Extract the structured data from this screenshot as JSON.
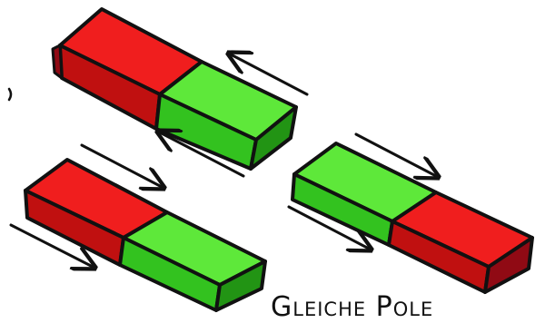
{
  "caption": "Gleiche Pole",
  "colors": {
    "north_top": "#f01e1e",
    "north_side": "#c01010",
    "north_end": "#900a14",
    "south_top": "#5ee83a",
    "south_side": "#33c21f",
    "south_end": "#229414",
    "outline": "#111111",
    "arrow": "#111111"
  },
  "magnets": [
    {
      "name": "magnet-top",
      "poles": [
        "N",
        "S"
      ]
    },
    {
      "name": "magnet-bottom-left",
      "poles": [
        "N",
        "S"
      ]
    },
    {
      "name": "magnet-bottom-right",
      "poles": [
        "S",
        "N"
      ]
    }
  ],
  "arrows": [
    {
      "name": "arrow-top-upper",
      "direction": "up-left"
    },
    {
      "name": "arrow-top-lower",
      "direction": "up-left"
    },
    {
      "name": "arrow-bottom-left-upper",
      "direction": "down-right"
    },
    {
      "name": "arrow-bottom-left-lower",
      "direction": "down-right"
    },
    {
      "name": "arrow-bottom-right-upper",
      "direction": "down-right"
    },
    {
      "name": "arrow-bottom-right-lower",
      "direction": "down-right"
    }
  ]
}
